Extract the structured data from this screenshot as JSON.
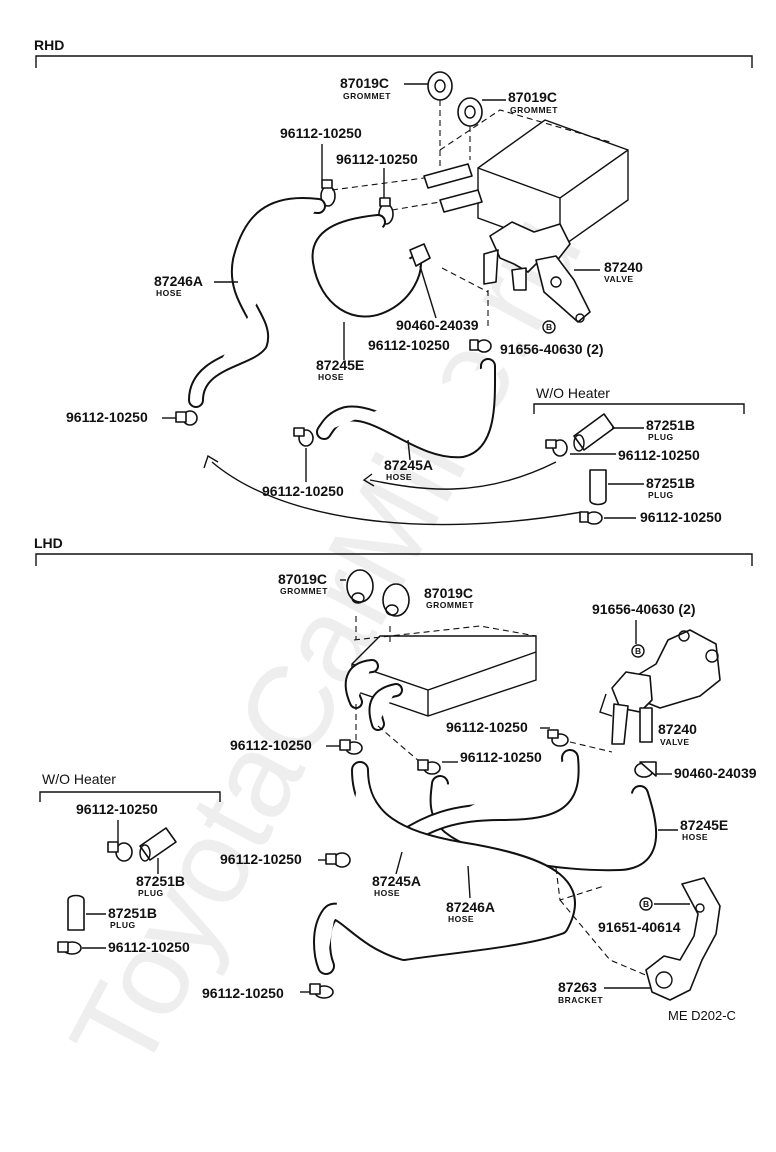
{
  "watermark": "ToyotaCarMine.ru",
  "rhd": {
    "section_label": "RHD",
    "wo_heater_label": "W/O Heater",
    "labels": {
      "grommet1_no": "87019C",
      "grommet1_name": "GROMMET",
      "grommet2_no": "87019C",
      "grommet2_name": "GROMMET",
      "clamp_a": "96112-10250",
      "clamp_b": "96112-10250",
      "hose_a_no": "87246A",
      "hose_a_name": "HOSE",
      "valve_no": "87240",
      "valve_name": "VALVE",
      "clip": "90460-24039",
      "hose_e_no": "87245E",
      "hose_e_name": "HOSE",
      "clamp_c": "96112-10250",
      "bolt": "91656-40630 (2)",
      "bolt_mark": "B",
      "clamp_d": "96112-10250",
      "hose_h_no": "87245A",
      "hose_h_name": "HOSE",
      "clamp_e": "96112-10250",
      "plug1_no": "87251B",
      "plug1_name": "PLUG",
      "clamp_f": "96112-10250",
      "plug2_no": "87251B",
      "plug2_name": "PLUG",
      "clamp_g": "96112-10250"
    }
  },
  "lhd": {
    "section_label": "LHD",
    "wo_heater_label": "W/O Heater",
    "labels": {
      "grommet1_no": "87019C",
      "grommet1_name": "GROMMET",
      "grommet2_no": "87019C",
      "grommet2_name": "GROMMET",
      "bolt": "91656-40630 (2)",
      "bolt_mark": "B",
      "clamp_a": "96112-10250",
      "valve_no": "87240",
      "valve_name": "VALVE",
      "clamp_b": "96112-10250",
      "clamp_c": "96112-10250",
      "clip": "90460-24039",
      "hose_e_no": "87245E",
      "hose_e_name": "HOSE",
      "clamp_d": "96112-10250",
      "hose_h_no": "87245A",
      "hose_h_name": "HOSE",
      "hose_a_no": "87246A",
      "hose_a_name": "HOSE",
      "bolt2_mark": "B",
      "bolt2": "91651-40614",
      "bracket_no": "87263",
      "bracket_name": "BRACKET",
      "clamp_e": "96112-10250",
      "wo_clamp1": "96112-10250",
      "plug1_no": "87251B",
      "plug1_name": "PLUG",
      "plug2_no": "87251B",
      "plug2_name": "PLUG",
      "wo_clamp2": "96112-10250"
    }
  },
  "drawing_code": "ME D202-C"
}
